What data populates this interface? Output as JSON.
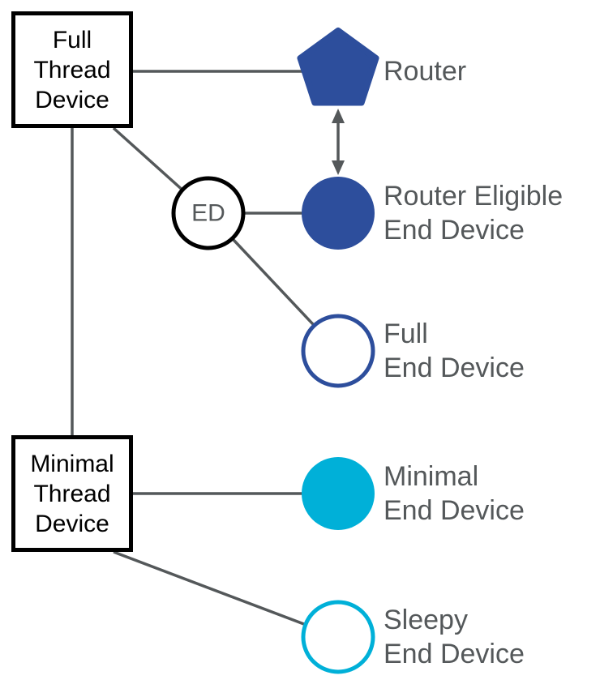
{
  "diagram": {
    "nodes": {
      "full_thread_device": {
        "label": "Full\nThread\nDevice"
      },
      "minimal_thread_device": {
        "label": "Minimal\nThread\nDevice"
      },
      "ed": {
        "label": "ED"
      },
      "router": {
        "label": "Router"
      },
      "router_eligible_end_device": {
        "label": "Router Eligible\nEnd Device"
      },
      "full_end_device": {
        "label": "Full\nEnd Device"
      },
      "minimal_end_device": {
        "label": "Minimal\nEnd Device"
      },
      "sleepy_end_device": {
        "label": "Sleepy\nEnd Device"
      }
    },
    "colors": {
      "dark_blue": "#2D4E9C",
      "cyan": "#00B0D8",
      "line_gray": "#54585A",
      "text_gray": "#54585A",
      "border_black": "#000000"
    }
  }
}
